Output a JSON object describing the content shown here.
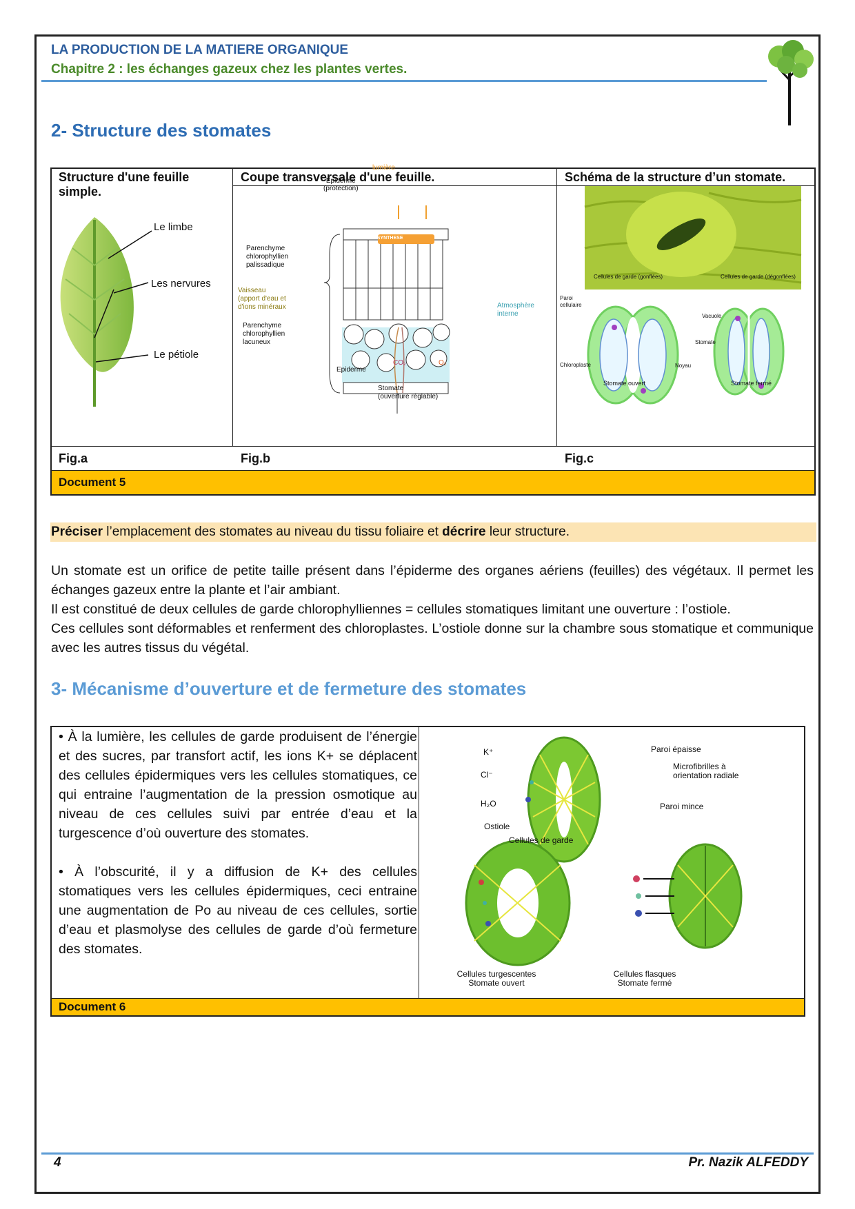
{
  "header": {
    "title": "LA PRODUCTION DE LA MATIERE ORGANIQUE",
    "chapter": "Chapitre 2 : les échanges gazeux chez les plantes vertes."
  },
  "section2": {
    "title": "2- Structure des stomates"
  },
  "doc5": {
    "headers": [
      "Structure d'une feuille simple.",
      "Coupe transversale d'une feuille.",
      "Schéma de la structure d’un stomate."
    ],
    "figs": [
      "Fig.a",
      "Fig.b",
      "Fig.c"
    ],
    "label": "Document 5",
    "leaf_labels": [
      "Le limbe",
      "Les nervures",
      "Le pétiole"
    ],
    "section_labels": {
      "lumiere": "lumière",
      "epiderme_top": "Epiderme",
      "protection": "(protection)",
      "photosynthese": "PHOTOSYNTHESE",
      "palissadique": [
        "Parenchyme",
        "chlorophyllien",
        "palissadique"
      ],
      "vaisseau": [
        "Vaisseau",
        "(apport d'eau et",
        "d'ions minéraux"
      ],
      "lacuneux": [
        "Parenchyme",
        "chlorophyllien",
        "lacuneux"
      ],
      "atmosphere": [
        "Atmosphère",
        "interne"
      ],
      "co2": "CO₂",
      "o2": "O₂",
      "epiderme_bottom": "Epiderme",
      "stomate": [
        "Stomate",
        "(ouverture réglable)"
      ]
    },
    "stomate_labels": {
      "gonflees": "Cellules de garde (gonflées)",
      "degonflees": "Cellules de garde (dégonflées)",
      "paroi": [
        "Paroi",
        "cellulaire"
      ],
      "vacuole": "Vacuole",
      "stomate": "Stomate",
      "chloroplaste": "Chloroplaste",
      "noyau": "Noyau",
      "ouvert": "Stomate ouvert",
      "ferme": "Stomate fermé"
    }
  },
  "question": {
    "verb1": "Préciser",
    "text1": " l’emplacement des stomates au niveau du tissu foliaire et ",
    "verb2": "décrire",
    "text2": " leur structure."
  },
  "answer": {
    "p1": "Un stomate est un orifice de petite taille présent dans l’épiderme des organes aériens (feuilles) des végétaux. Il permet les échanges gazeux entre la plante et l’air ambiant.",
    "p2": "Il est constitué de deux cellules de garde chlorophylliennes = cellules stomatiques limitant une ouverture : l’ostiole.",
    "p3": "Ces cellules sont déformables et renferment des chloroplastes. L’ostiole donne sur la chambre sous stomatique et communique avec les autres tissus du végétal."
  },
  "section3": {
    "title": "3- Mécanisme d’ouverture et de fermeture des stomates"
  },
  "doc6": {
    "bullet1": "• À la lumière, les cellules de garde produisent de l’énergie et des sucres, par transfort actif, les ions K+ se déplacent des cellules épidermiques vers les cellules stomatiques, ce qui entraine l’augmentation de la pression osmotique au niveau de ces cellules suivi par entrée d’eau et la turgescence d’où ouverture des stomates.",
    "bullet2": "• À l’obscurité, il y a diffusion de K+ des cellules stomatiques vers les cellules épidermiques, ceci entraine une augmentation de Po au niveau de ces cellules, sortie d’eau et plasmolyse des cellules de garde d’où fermeture des stomates.",
    "label": "Document 6",
    "figure_labels": {
      "k": "K⁺",
      "cl": "Cl⁻",
      "h2o": "H₂O",
      "paroi_epaisse": "Paroi épaisse",
      "microfibrilles": [
        "Microfibrilles à",
        "orientation radiale"
      ],
      "paroi_mince": "Paroi mince",
      "ostiole": "Ostiole",
      "cellules_garde": "Cellules de garde",
      "turgescentes": [
        "Cellules turgescentes",
        "Stomate ouvert"
      ],
      "flasques": [
        "Cellules flasques",
        "Stomate fermé"
      ]
    }
  },
  "footer": {
    "page": "4",
    "author": "Pr. Nazik ALFEDDY"
  },
  "colors": {
    "header_blue": "#2E5E9E",
    "header_green": "#4A8A2A",
    "doc_bar": "#FFC000",
    "question_bg": "#FCE4B4",
    "rule_blue": "#5B9BD5"
  }
}
